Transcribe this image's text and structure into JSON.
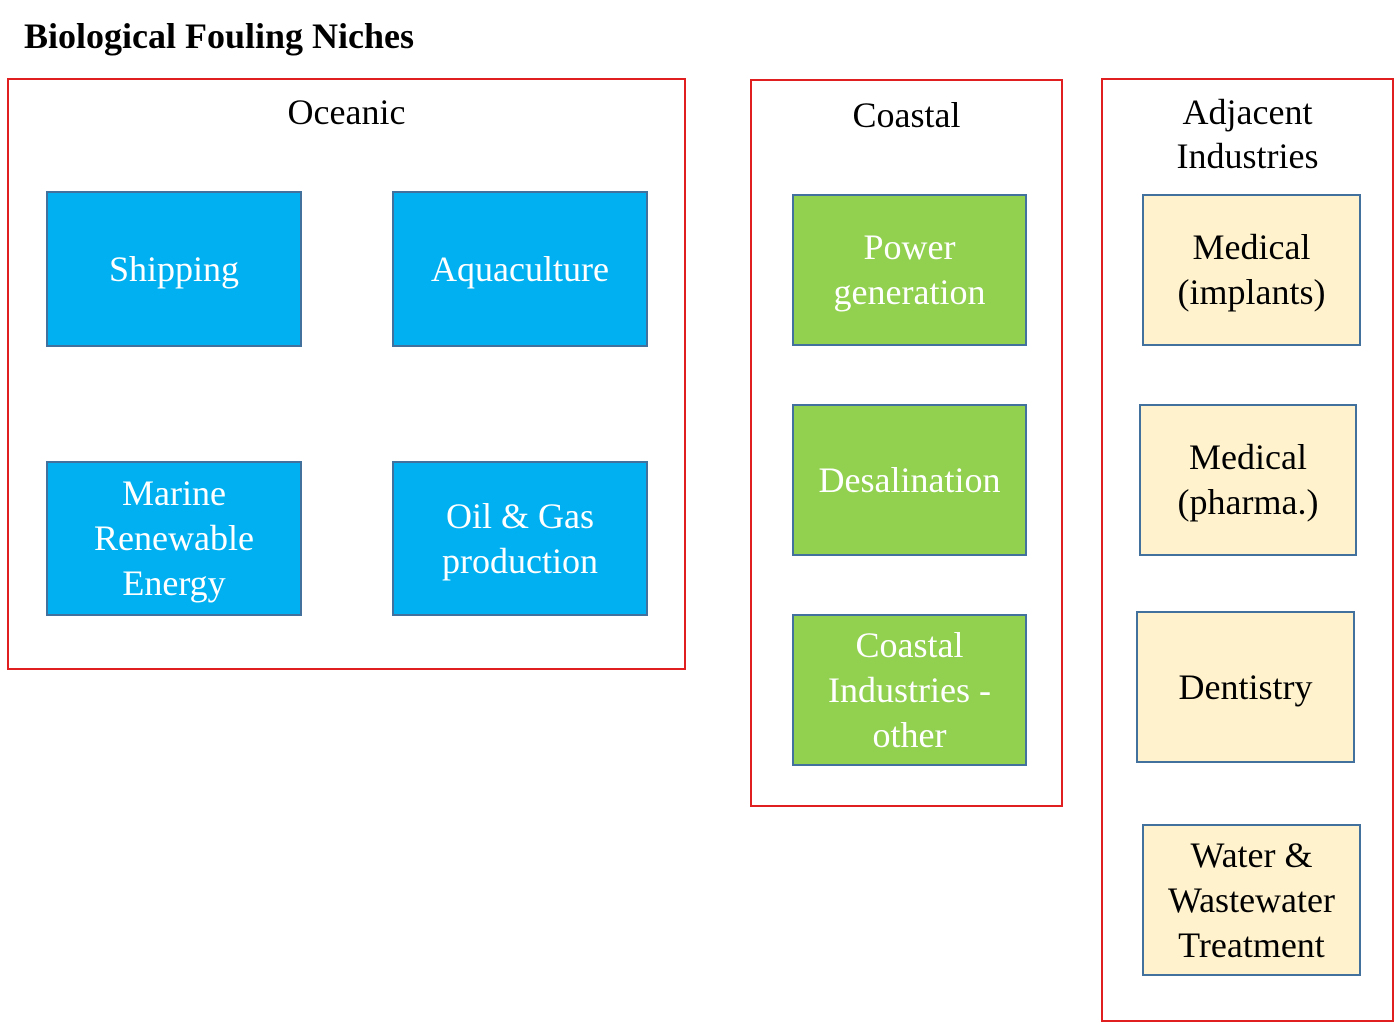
{
  "title": "Biological Fouling Niches",
  "colors": {
    "group_border": "#e02020",
    "box_border": "#41719c",
    "oceanic_fill": "#00b0f0",
    "coastal_fill": "#92d050",
    "adjacent_fill": "#fff2cc"
  },
  "groups": {
    "oceanic": {
      "label": "Oceanic",
      "items": [
        "Shipping",
        "Aquaculture",
        "Marine\nRenewable\nEnergy",
        "Oil & Gas\nproduction"
      ]
    },
    "coastal": {
      "label": "Coastal",
      "items": [
        "Power\ngeneration",
        "Desalination",
        "Coastal\nIndustries -\nother"
      ]
    },
    "adjacent": {
      "label": "Adjacent\nIndustries",
      "items": [
        "Medical\n(implants)",
        "Medical\n(pharma.)",
        "Dentistry",
        "Water &\nWastewater\nTreatment"
      ]
    }
  }
}
